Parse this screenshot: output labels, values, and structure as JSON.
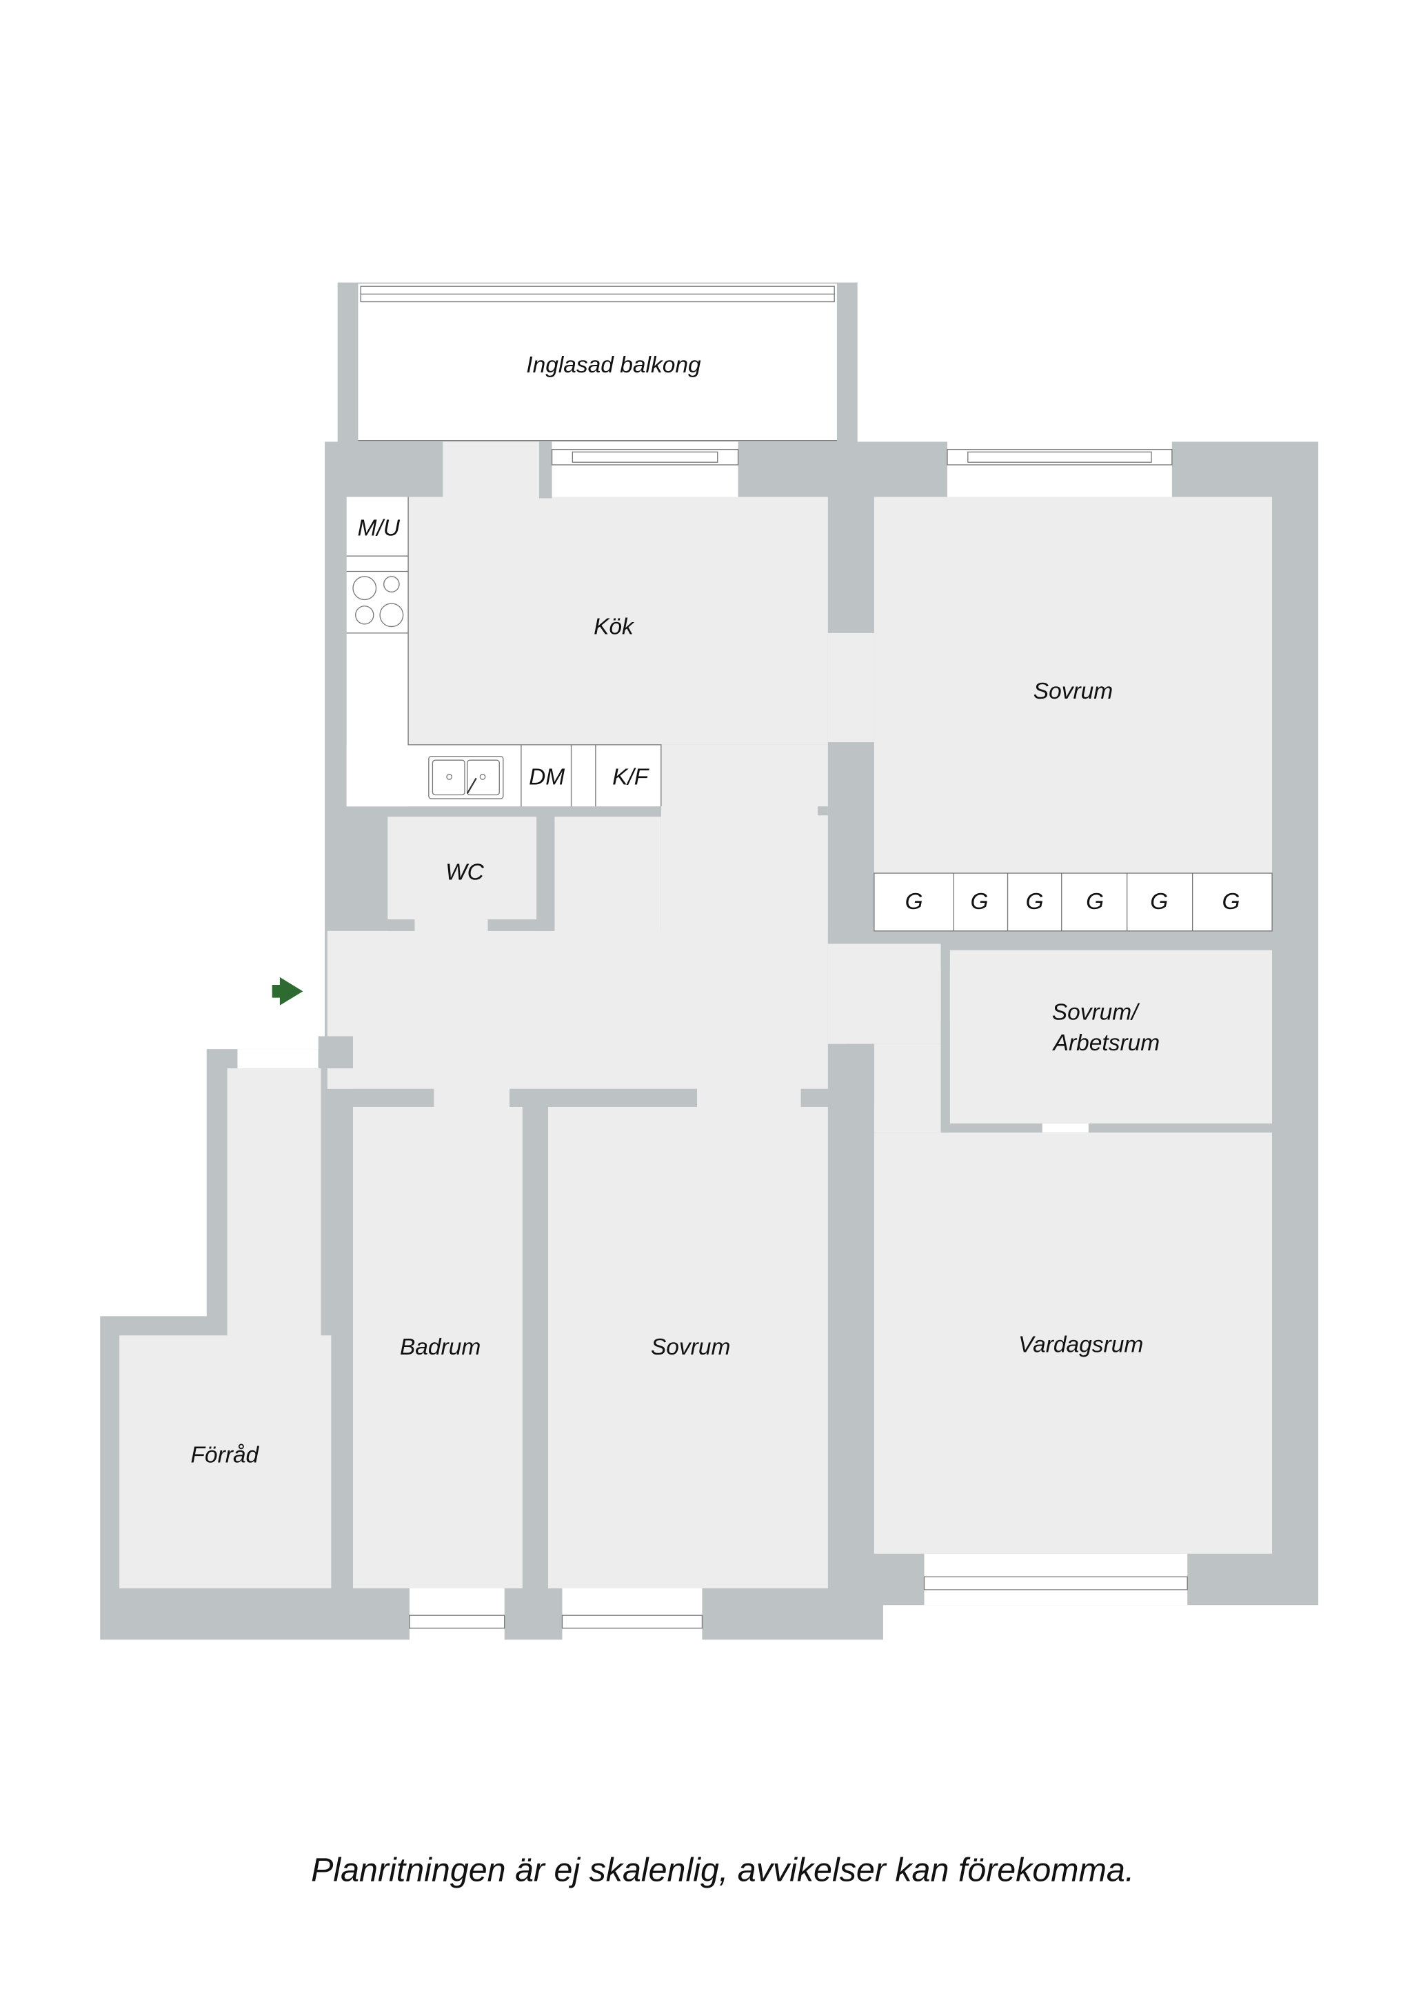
{
  "rooms": {
    "balcony": "Inglasad balkong",
    "kitchen": "Kök",
    "bedroom_top": "Sovrum",
    "bedroom_office_line1": "Sovrum/",
    "bedroom_office_line2": "Arbetsrum",
    "wc": "WC",
    "bathroom": "Badrum",
    "bedroom_bottom": "Sovrum",
    "living_room": "Vardagsrum",
    "storage": "Förråd"
  },
  "fixtures": {
    "microwave_oven": "M/U",
    "dishwasher": "DM",
    "fridge_freezer": "K/F",
    "wardrobes": [
      "G",
      "G",
      "G",
      "G",
      "G",
      "G"
    ]
  },
  "entrance_arrow_color": "#2e6b30",
  "footer": "Planritningen är ej skalenlig, avvikelser kan förekomma."
}
